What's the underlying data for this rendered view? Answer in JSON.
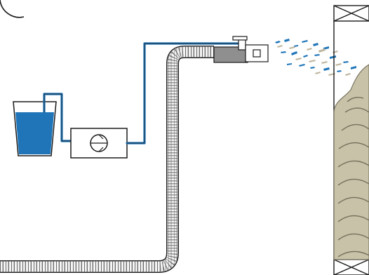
{
  "diagram": {
    "description_kind": "schematic",
    "components": [
      {
        "id": "water-container",
        "icon": "beaker-with-water"
      },
      {
        "id": "pump",
        "icon": "pump-unit"
      },
      {
        "id": "water-line",
        "icon": "tube"
      },
      {
        "id": "insulation-hose",
        "icon": "corrugated-hose"
      },
      {
        "id": "spray-nozzle",
        "icon": "nozzle"
      },
      {
        "id": "spray-particles",
        "icon": "fiber-spray"
      },
      {
        "id": "wall-cavity",
        "icon": "stud-cavity"
      },
      {
        "id": "fill-insulation",
        "icon": "insulation-fill"
      }
    ],
    "colors": {
      "water": "#1f75b8",
      "line": "#1a1a1a",
      "tube": "#1f75b8",
      "hose": "#d7d7d7",
      "nozzle": "#8f8f8f",
      "fiber": "#bfb7a0",
      "insulation": "#c8c3a8"
    }
  }
}
